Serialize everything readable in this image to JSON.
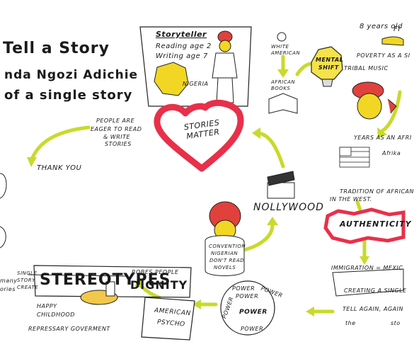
{
  "title": {
    "line1": "Tell a Story",
    "line2": "nda Ngozi Adichie",
    "line3": "of a single story"
  },
  "storyteller": {
    "heading": "Storyteller",
    "reading": "Reading age 2",
    "writing": "Writing age 7",
    "country": "Nigeria"
  },
  "center": {
    "heart_label": "Stories Matter",
    "eager": [
      "People are",
      "eager to read",
      "& write",
      "stories"
    ],
    "thank_you": "Thank you"
  },
  "nollywood": "Nollywood",
  "convention": [
    "Convention",
    "Nigerian",
    "don't read",
    "novels"
  ],
  "top_middle": {
    "white_american": [
      "White",
      "American"
    ],
    "african_books": [
      "African",
      "Books"
    ],
    "mental_shift": [
      "Mental",
      "Shift"
    ]
  },
  "top_right": {
    "eight_years": "8 years old",
    "fi": "Fi",
    "poverty": "Poverty as a Si",
    "tribal": "Tribal music",
    "years_as_an": "Years as an Afri",
    "afrika": "Afrika",
    "tradition": [
      "Tradition of African",
      "in the west."
    ],
    "authenticity": "Authenticity",
    "immigration": "Immigration = Mexic",
    "creating": "Creating a single",
    "tell_again": [
      "Tell Again, Again",
      "the",
      "sto"
    ]
  },
  "bottom": {
    "left_many": [
      "many",
      "ories"
    ],
    "single_story_create": [
      "Single",
      "Story",
      "Create"
    ],
    "stereotypes": "Stereotypes",
    "robs_people": [
      "Robes people"
    ],
    "dignity": "Dignity",
    "happy": "Happy",
    "childhood": "childhood",
    "repressary": "Repressary goverment",
    "american_psycho": [
      "American",
      "Psycho"
    ],
    "power_words": [
      "Power",
      "Power",
      "Power",
      "Power",
      "Power",
      "Power"
    ]
  }
}
